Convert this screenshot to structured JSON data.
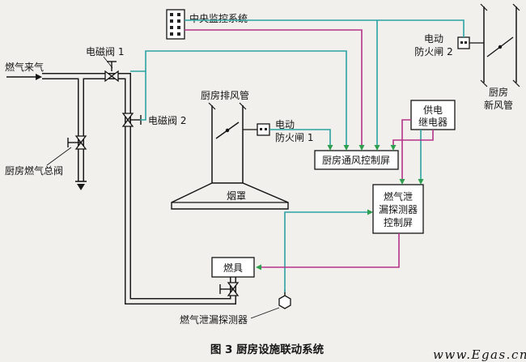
{
  "colors": {
    "signal_teal": "#2ba3a3",
    "signal_magenta": "#b5338a",
    "arrow_green": "#2e9e4f",
    "caption_blue": "#1a6faf",
    "watermark_pink": "#e87a7a"
  },
  "nodes": {
    "central_monitor": "中央监控系统",
    "gas_inlet": "燃气来气",
    "solenoid_valve_1": "电磁阀 1",
    "solenoid_valve_2": "电磁阀 2",
    "kitchen_gas_main_valve": "厨房燃气总阀",
    "kitchen_exhaust_duct": "厨房排风管",
    "fire_damper_1": {
      "line1": "电动",
      "line2": "防火闸 1"
    },
    "fire_damper_2": {
      "line1": "电动",
      "line2": "防火闸 2"
    },
    "kitchen_fresh_air_duct": {
      "line1": "厨房",
      "line2": "新风管"
    },
    "smoke_hood": "烟罩",
    "power_relay": {
      "line1": "供电",
      "line2": "继电器"
    },
    "vent_control_panel": "厨房通风控制屏",
    "leak_control_panel": {
      "line1": "燃气泄",
      "line2": "漏探测器",
      "line3": "控制屏"
    },
    "burner": "燃具",
    "gas_leak_detector": "燃气泄漏探测器"
  },
  "figure": {
    "caption": "图 3  厨房设施联动系统",
    "watermark": "www.Egas.cn"
  }
}
